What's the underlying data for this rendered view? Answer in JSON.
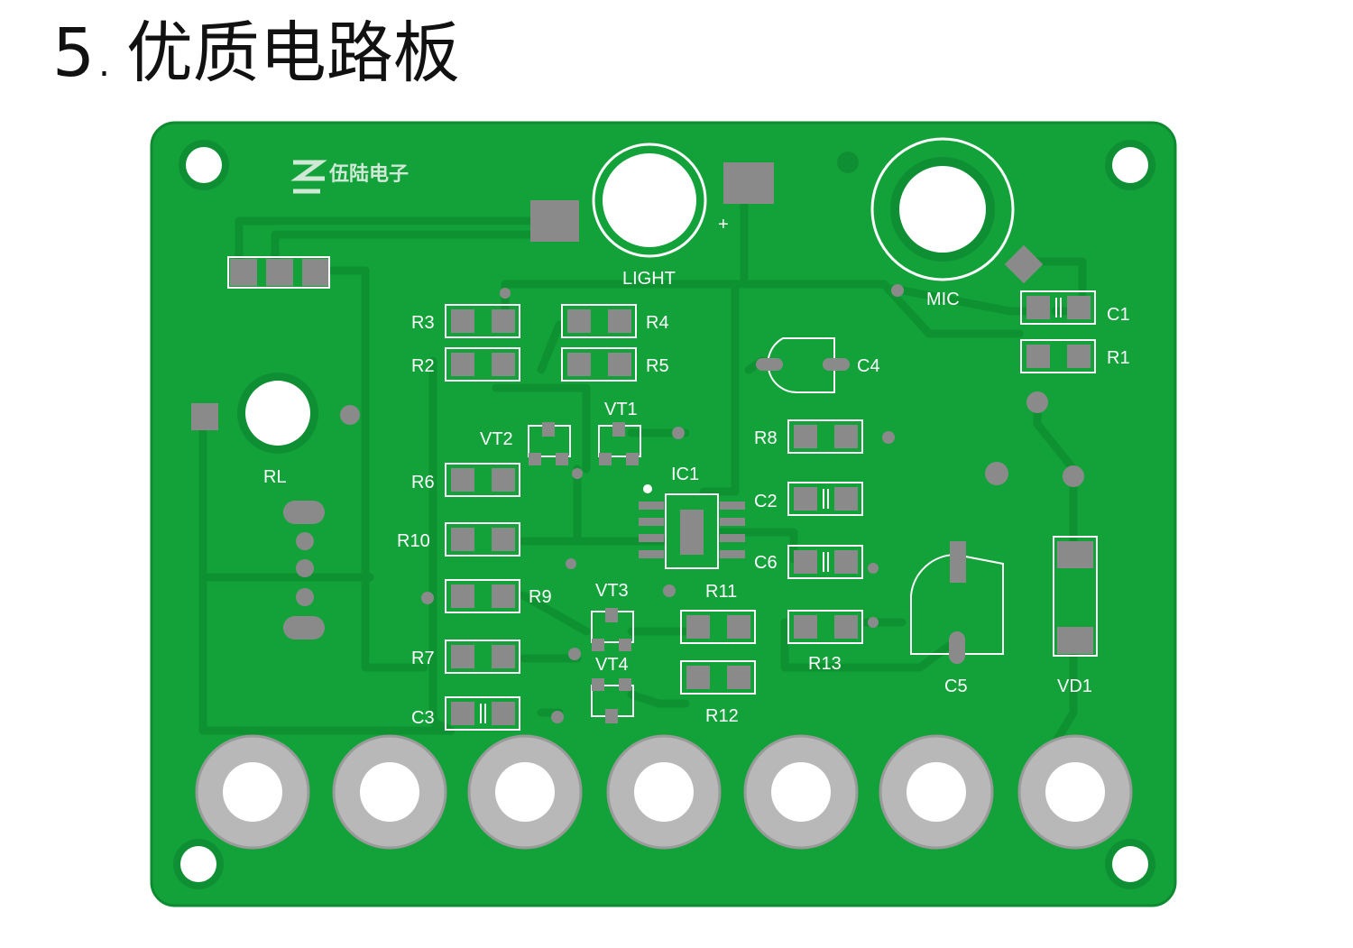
{
  "heading": {
    "number": "5",
    "dot": ".",
    "text": "优质电路板"
  },
  "colors": {
    "board": "#13a23a",
    "board_edge": "#0e8a30",
    "trace": "#0f9a34",
    "pad": "#8a8a8a",
    "silk": "#ffffff",
    "terminal": "#b8b8b8"
  },
  "brand": {
    "name": "伍陆电子"
  },
  "labels": {
    "light": "LIGHT",
    "plus": "+",
    "mic": "MIC",
    "c1": "C1",
    "r1": "R1",
    "r3": "R3",
    "r4": "R4",
    "r2": "R2",
    "r5": "R5",
    "c4": "C4",
    "vt2": "VT2",
    "vt1": "VT1",
    "r8": "R8",
    "rl": "RL",
    "r6": "R6",
    "ic1": "IC1",
    "c2": "C2",
    "r10": "R10",
    "c6": "C6",
    "r9": "R9",
    "vt3": "VT3",
    "r11": "R11",
    "r7": "R7",
    "vt4": "VT4",
    "r13": "R13",
    "c5": "C5",
    "vd1": "VD1",
    "c3": "C3",
    "r12": "R12"
  },
  "icons": {
    "brand_logo": "brand-logo-icon",
    "terminal": "screw-terminal-icon"
  }
}
